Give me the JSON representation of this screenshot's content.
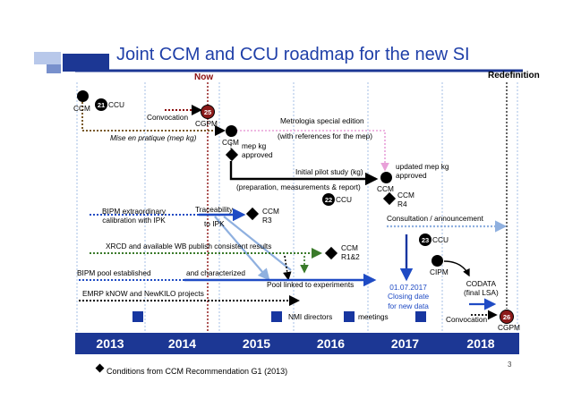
{
  "title": "Joint CCM and CCU roadmap for the new SI",
  "markers": {
    "now": "Now",
    "redefinition": "Redefinition"
  },
  "years": [
    "2013",
    "2014",
    "2015",
    "2016",
    "2017",
    "2018"
  ],
  "labels": {
    "ccm": "CCM",
    "ccu": "CCU",
    "cgpm": "CGPM",
    "convocation": "Convocation",
    "mise_en_pratique": "Mise en pratique (mep kg)",
    "mep_kg_approved": "mep kg\napproved",
    "metrologia_line1": "Metrologia special edition",
    "metrologia_line2": "(with references for the mep)",
    "initial_pilot": "Initial pilot study (kg)",
    "preparation": "(preparation, measurements & report)",
    "updated_mep": "updated mep kg\napproved",
    "r4": "R4",
    "bipm_extraordinary": "BIPM extraordinary\ncalibration with IPK",
    "traceability": "Traceability",
    "to_ipk": "to IPK",
    "r3": "R3",
    "consultation": "Consultation / announcement",
    "xrcd": "XRCD and available WB publish consistent results",
    "r12": "R1&2",
    "pool_established": "BIPM pool established",
    "and_characterized": "and characterized",
    "pool_linked": "Pool linked to experiments",
    "closing_date": "01.07.2017\nClosing date\nfor new data",
    "cipm": "CIPM",
    "codata": "CODATA\n(final LSA)",
    "emrp": "EMRP kNOW and NewKILO projects",
    "nmi_directors": "NMI directors",
    "meetings": "meetings",
    "legend": "Conditions from CCM Recommendation G1 (2013)",
    "page_number": "3"
  },
  "badges": {
    "ccu21": "21",
    "cgpm25": "25",
    "ccu22": "22",
    "ccu23": "23",
    "cgpm26": "26"
  },
  "colors": {
    "title_blue": "#1f3fa8",
    "timeline_blue": "#1c3794",
    "arrow_blue": "#1f4bc4",
    "arrow_light": "#8fb0df",
    "now_line": "#8b1010",
    "mep_dotted": "#7a5a2a",
    "green_dotted": "#3a7a2a",
    "pink_dotted": "#e8a0d8"
  }
}
